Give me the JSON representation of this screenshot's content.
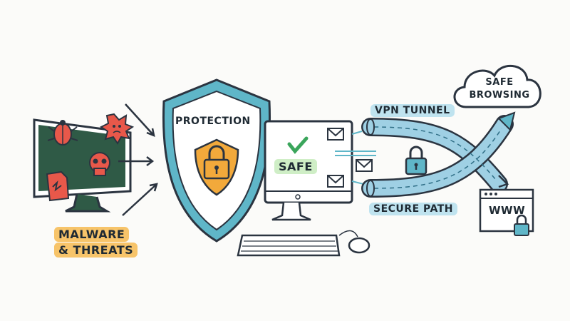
{
  "labels": {
    "threats_line1": "MALWARE",
    "threats_line2": "& THREATS",
    "shield": "PROTECTION",
    "safe": "SAFE",
    "vpn": "VPN TUNNEL",
    "secure": "SECURE PATH",
    "cloud_line1": "SAFE",
    "cloud_line2": "BROWSING",
    "www": "WWW"
  },
  "colors": {
    "outline": "#2b3440",
    "shield_outer": "#5fb6c8",
    "shield_inner": "#ffffff",
    "badge": "#f2a93b",
    "tunnel": "#9fd0e4",
    "screen_dark": "#2f5a46",
    "threat_red": "#e8584a",
    "highlight_orange": "#f7c46a",
    "highlight_blue": "#bfe3ef",
    "safe_green": "#3aa55b"
  },
  "icons": [
    "bug-icon",
    "virus-icon",
    "skull-icon",
    "infected-file-icon",
    "padlock-icon",
    "checkmark-icon",
    "envelope-icon",
    "cloud-icon",
    "browser-window-icon",
    "mouse-icon",
    "keyboard-icon"
  ]
}
